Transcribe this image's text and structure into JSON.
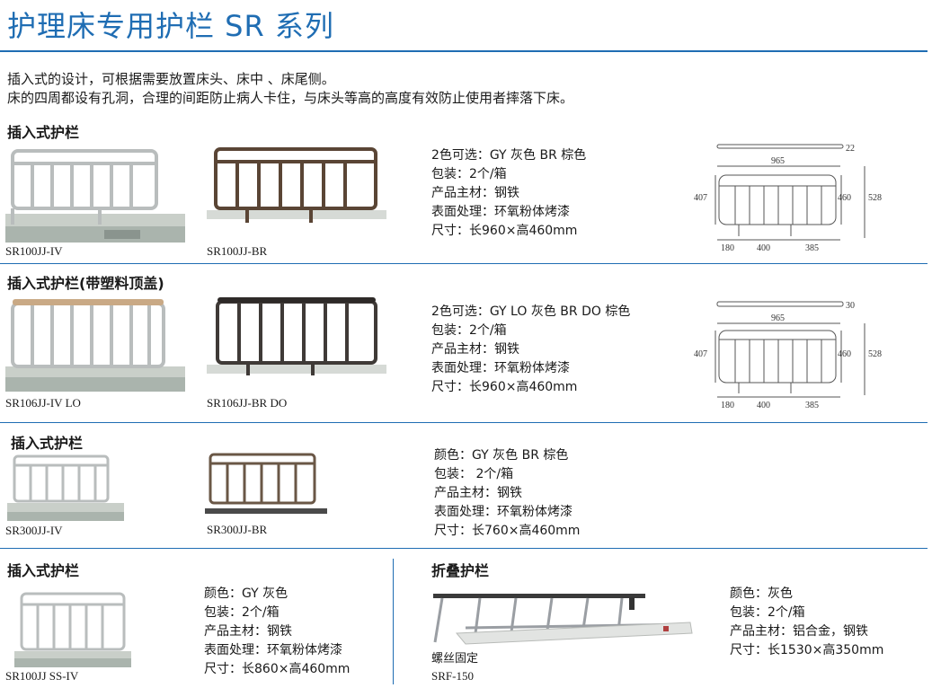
{
  "title": "护理床专用护栏 SR 系列",
  "intro": [
    "插入式的设计，可根据需要放置床头、床中 、床尾侧。",
    "床的四周都设有孔洞，合理的间距防止病人卡住，与床头等高的高度有效防止使用者摔落下床。"
  ],
  "sections": [
    {
      "heading": "插入式护栏",
      "products": [
        {
          "model": "SR100JJ-IV",
          "color_hex": "#b9bdbd"
        },
        {
          "model": "SR100JJ-BR",
          "color_hex": "#5a4535"
        }
      ],
      "specs": [
        "2色可选：GY 灰色  BR 棕色",
        "包装：2个/箱",
        "产品主材：钢铁",
        "表面处理：环氧粉体烤漆",
        "尺寸：长960×高460mm"
      ],
      "dimensions": {
        "top_bar": "22",
        "width": "965",
        "left_h": "407",
        "inner_h": "460",
        "total_h": "528",
        "b1": "180",
        "b2": "400",
        "b3": "385"
      }
    },
    {
      "heading": "插入式护栏(带塑料顶盖)",
      "products": [
        {
          "model": "SR106JJ-IV LO",
          "color_hex": "#b9bdbd"
        },
        {
          "model": "SR106JJ-BR DO",
          "color_hex": "#3f3a37"
        }
      ],
      "specs": [
        "2色可选：GY LO 灰色  BR DO 棕色",
        "包装：2个/箱",
        "产品主材：钢铁",
        "表面处理：环氧粉体烤漆",
        "尺寸：长960×高460mm"
      ],
      "dimensions": {
        "top_bar": "30",
        "width": "965",
        "left_h": "407",
        "inner_h": "460",
        "total_h": "528",
        "b1": "180",
        "b2": "400",
        "b3": "385"
      }
    },
    {
      "heading": "插入式护栏",
      "products": [
        {
          "model": "SR300JJ-IV",
          "color_hex": "#b9bdbd"
        },
        {
          "model": "SR300JJ-BR",
          "color_hex": "#6a5746"
        }
      ],
      "specs": [
        "颜色：GY 灰色  BR 棕色",
        "包装： 2个/箱",
        "产品主材：钢铁",
        "表面处理：环氧粉体烤漆",
        "尺寸：长760×高460mm"
      ]
    },
    {
      "heading": "插入式护栏",
      "products": [
        {
          "model": "SR100JJ SS-IV",
          "color_hex": "#b9bdbd"
        }
      ],
      "specs": [
        "颜色：GY 灰色",
        "包装：2个/箱",
        "产品主材：钢铁",
        "表面处理：环氧粉体烤漆",
        "尺寸：长860×高460mm"
      ]
    },
    {
      "heading": "折叠护栏",
      "products": [
        {
          "model": "SRF-150",
          "caption": "螺丝固定",
          "color_hex": "#9a9ea3"
        }
      ],
      "specs": [
        "颜色：灰色",
        "包装：2个/箱",
        "产品主材：铝合金，钢铁",
        "尺寸：长1530×高350mm"
      ]
    }
  ]
}
